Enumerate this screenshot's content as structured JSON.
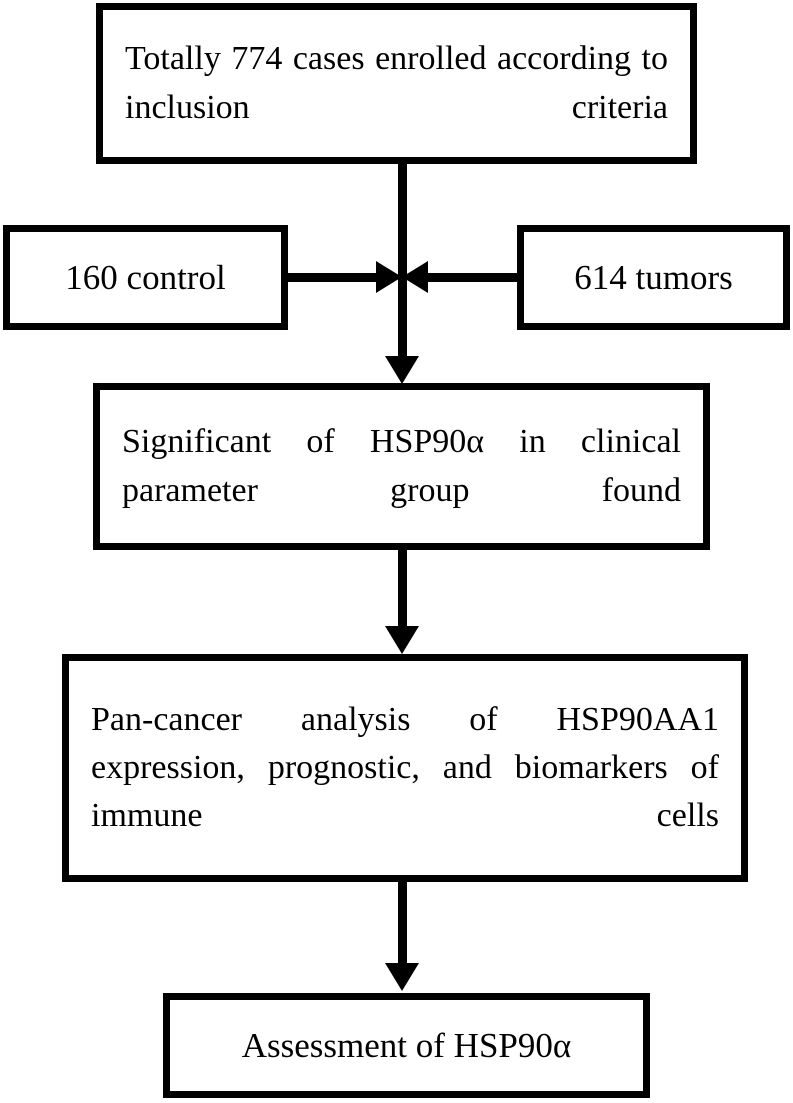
{
  "diagram": {
    "title": "Study design flowchart",
    "type": "flowchart",
    "orientation": "top-to-bottom",
    "colors": {
      "stroke": "#000000",
      "fill": "#ffffff",
      "text": "#000000"
    },
    "nodes": [
      {
        "id": "enrolled",
        "label": "Totally 774 cases enrolled according to inclusion criteria",
        "align": "justified",
        "lines": [
          "Totally 774 cases enrolled",
          "according to inclusion criteria"
        ]
      },
      {
        "id": "control",
        "label": "160 control",
        "align": "centered",
        "count": 160,
        "group": "control"
      },
      {
        "id": "tumors",
        "label": "614 tumors",
        "align": "centered",
        "count": 614,
        "group": "tumors"
      },
      {
        "id": "significant",
        "label": "Significant of HSP90α in clinical parameter group found",
        "align": "justified",
        "lines": [
          "Significant of HSP90α in",
          "clinical parameter group found"
        ]
      },
      {
        "id": "pancancer",
        "label": "Pan-cancer analysis of HSP90AA1 expression, prognostic, and biomarkers of immune cells",
        "align": "justified",
        "lines": [
          "Pan-cancer analysis of HSP90AA1",
          "expression, prognostic, and",
          "biomarkers of immune cells"
        ]
      },
      {
        "id": "assessment",
        "label": "Assessment of HSP90α",
        "align": "centered"
      }
    ],
    "edges": [
      {
        "id": "enrolled-to-significant",
        "from": "enrolled",
        "to": "significant",
        "direction": "down",
        "arrowhead": "down"
      },
      {
        "id": "control-to-junction",
        "from": "control",
        "to": "junction",
        "direction": "right",
        "arrowhead": "right"
      },
      {
        "id": "tumors-to-junction",
        "from": "tumors",
        "to": "junction",
        "direction": "left",
        "arrowhead": "left"
      },
      {
        "id": "significant-to-pancancer",
        "from": "significant",
        "to": "pancancer",
        "direction": "down",
        "arrowhead": "down"
      },
      {
        "id": "pancancer-to-assessment",
        "from": "pancancer",
        "to": "assessment",
        "direction": "down",
        "arrowhead": "down"
      }
    ]
  }
}
